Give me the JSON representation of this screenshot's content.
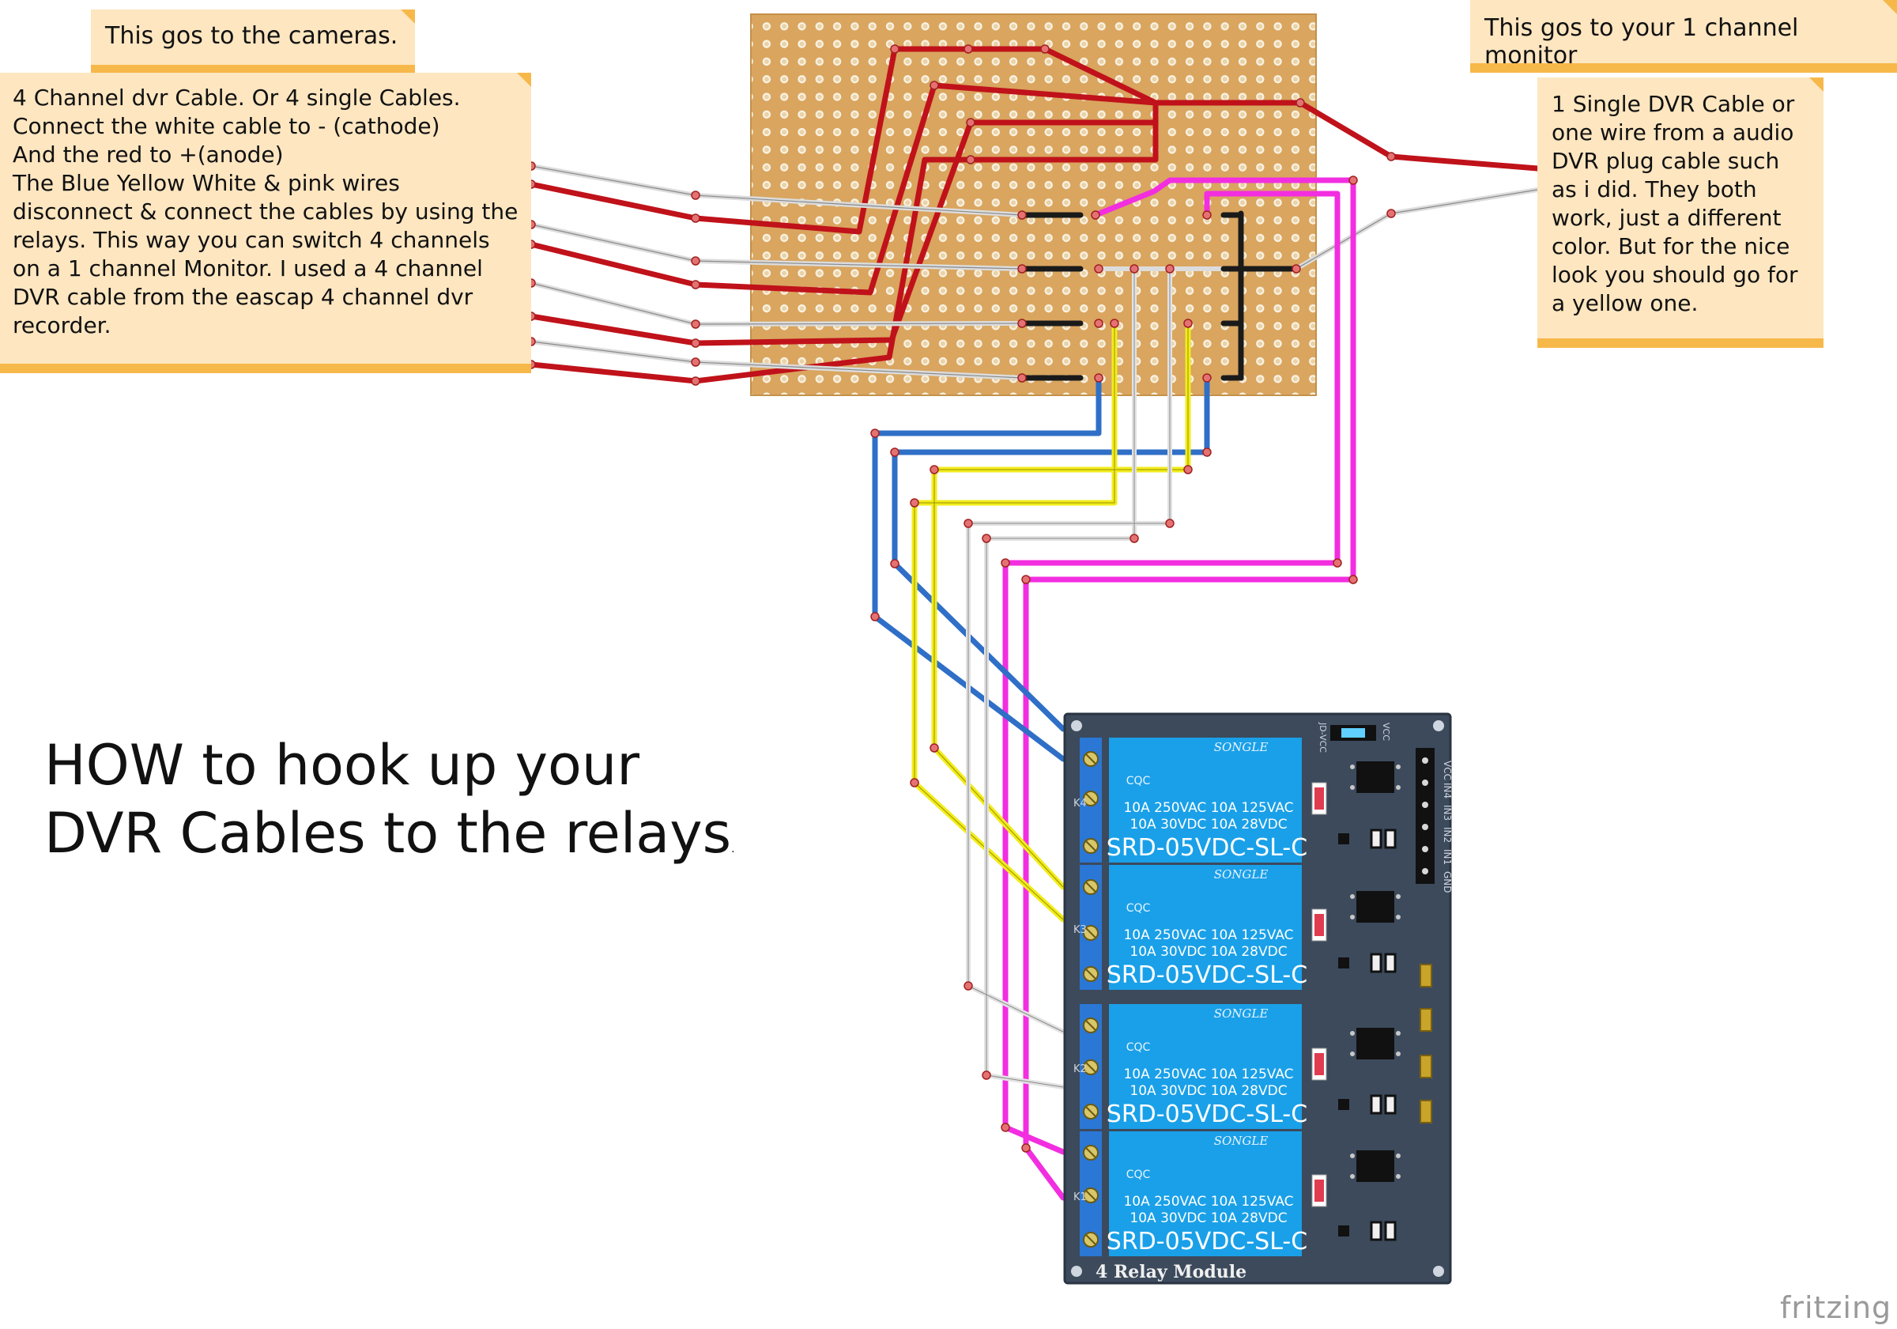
{
  "notes": {
    "cameras": "This gos to the cameras.",
    "dvr_cable": "4 Channel dvr Cable. Or 4 single Cables.\nConnect the white cable to - (cathode)\nAnd the red to +(anode)\nThe Blue Yellow White & pink wires\ndisconnect & connect the cables by using the\nrelays. This way you can switch 4 channels\non a 1 channel Monitor. I used a 4 channel\nDVR cable from the eascap 4 channel dvr\nrecorder.",
    "monitor": "This gos to your 1 channel monitor",
    "single_cable": "1 Single DVR Cable or\none wire from a audio\nDVR plug cable such\nas i did. They both\nwork, just a different\ncolor. But for the nice\nlook you should go for\na yellow one."
  },
  "title": "HOW to hook up your\nDVR Cables to the relays",
  "title_suffix": ".",
  "relay_module": {
    "brand": "SONGLE",
    "rating_line1": "10A 250VAC  10A 125VAC",
    "rating_line2": "10A  30VDC  10A  28VDC",
    "model": "SRD-05VDC-SL-C",
    "cert": "CQC",
    "module_label": "4 Relay Module",
    "channel_labels": [
      "K4",
      "K3",
      "K2",
      "K1"
    ],
    "jumper_labels": [
      "JD-VCC",
      "VCC"
    ],
    "header_pins": [
      "VCC",
      "IN4",
      "IN3",
      "IN2",
      "IN1",
      "GND"
    ]
  },
  "watermark": "fritzing",
  "colors": {
    "note_bg": "#fde6c0",
    "note_bar": "#f7b84a",
    "perfboard": "#d9a55f",
    "wire_red": "#c0121a",
    "wire_white": "#d8d8d8",
    "wire_blue": "#2f6fc7",
    "wire_yellow": "#f2ec1c",
    "wire_pink": "#f22ee0",
    "relay_blue": "#1aa0e8",
    "module_board": "#3c4a5c"
  }
}
